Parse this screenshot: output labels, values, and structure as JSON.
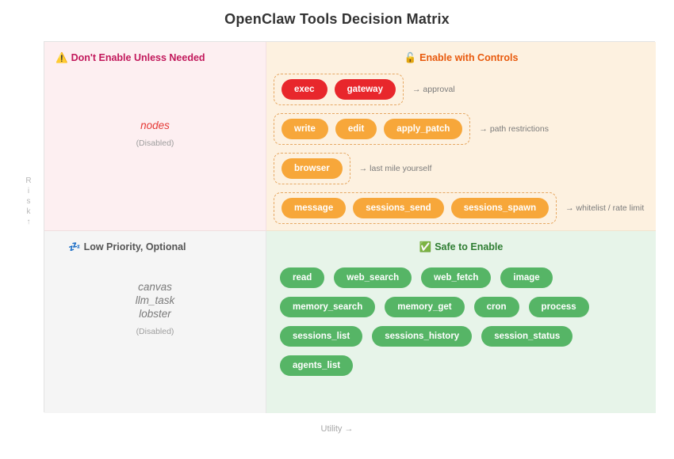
{
  "title": "OpenClaw Tools Decision Matrix",
  "axes": {
    "risk_label": "Risk",
    "risk_chars": [
      "R",
      "i",
      "s",
      "k",
      "↑"
    ],
    "utility_label": "Utility →"
  },
  "quadrants": {
    "top_left": {
      "icon": "⚠️",
      "icon_name": "warning-triangle-icon",
      "title": "Don't Enable Unless Needed",
      "color": "#c2185b",
      "background": "#fdeff1",
      "tools": [
        "nodes"
      ],
      "status": "(Disabled)"
    },
    "top_right": {
      "icon": "🔓",
      "icon_name": "unlocked-padlock-icon",
      "title": "Enable with Controls",
      "color": "#e8590c",
      "background": "#fdf1e0",
      "groups": [
        {
          "tools": [
            "exec",
            "gateway"
          ],
          "pill_color": "red",
          "note": "→ approval"
        },
        {
          "tools": [
            "write",
            "edit",
            "apply_patch"
          ],
          "pill_color": "orange",
          "note": "→ path restrictions"
        },
        {
          "tools": [
            "browser"
          ],
          "pill_color": "orange",
          "note": "→ last mile yourself"
        },
        {
          "tools": [
            "message",
            "sessions_send",
            "sessions_spawn"
          ],
          "pill_color": "orange",
          "note": "→ whitelist / rate limit"
        }
      ]
    },
    "bottom_left": {
      "icon": "💤",
      "icon_name": "sleeping-zzz-icon",
      "title": "Low Priority, Optional",
      "color": "#555555",
      "background": "#f5f5f5",
      "tools": [
        "canvas",
        "llm_task",
        "lobster"
      ],
      "status": "(Disabled)"
    },
    "bottom_right": {
      "icon": "✅",
      "icon_name": "green-check-box-icon",
      "title": "Safe to Enable",
      "color": "#2e7d32",
      "background": "#e7f4e9",
      "rows": [
        [
          "read",
          "web_search",
          "web_fetch",
          "image"
        ],
        [
          "memory_search",
          "memory_get",
          "cron",
          "process"
        ],
        [
          "sessions_list",
          "sessions_history",
          "session_status"
        ],
        [
          "agents_list"
        ]
      ]
    }
  },
  "palette": {
    "pill_red": "#e8272c",
    "pill_orange": "#f7a73a",
    "pill_green": "#56b566",
    "dashed_border": "#e6a863"
  }
}
